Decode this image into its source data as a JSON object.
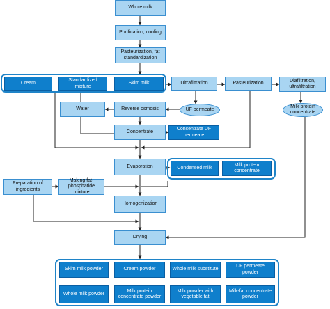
{
  "nodes": {
    "whole_milk": "Whole milk",
    "purification": "Purification, cooling",
    "pasteurization_fat": "Pasteurization, fat standardization",
    "cream": "Cream",
    "standardized_mixture": "Standardized mixture",
    "skim_milk": "Skim milk",
    "ultrafiltration": "Ultrafiltration",
    "pasteurization": "Pasteurization",
    "diafiltration": "Diafiltration, ultrafiltration",
    "water": "Water",
    "reverse_osmosis": "Reverse osmosis",
    "uf_permeate": "UF permeate",
    "milk_protein_conc_oval": "Milk protein concentrate",
    "concentrate": "Concentrate",
    "concentrate_uf_permeate": "Concentrate UF permeate",
    "evaporation": "Evaporation",
    "condensed_milk": "Condensed milk",
    "milk_protein_concentrate": "Milk protein concentrate",
    "prep_ingredients": "Preparation of ingredients",
    "fat_phosphatide": "Making fat-phosphatide mixture",
    "homogenization": "Homogenization",
    "drying": "Drying"
  },
  "products": [
    "Skim milk powder",
    "Cream powder",
    "Whole milk substitute",
    "UF permeate powder",
    "Whole milk powder",
    "Milk protein concentrate powder",
    "Milk powder with vegetable fat",
    "Milk-fat concentrate powder"
  ],
  "colors": {
    "light_box": "#a9d5f2",
    "dark_box": "#0f7fcc",
    "group_border": "#1f84c8",
    "arrow": "#222222"
  }
}
